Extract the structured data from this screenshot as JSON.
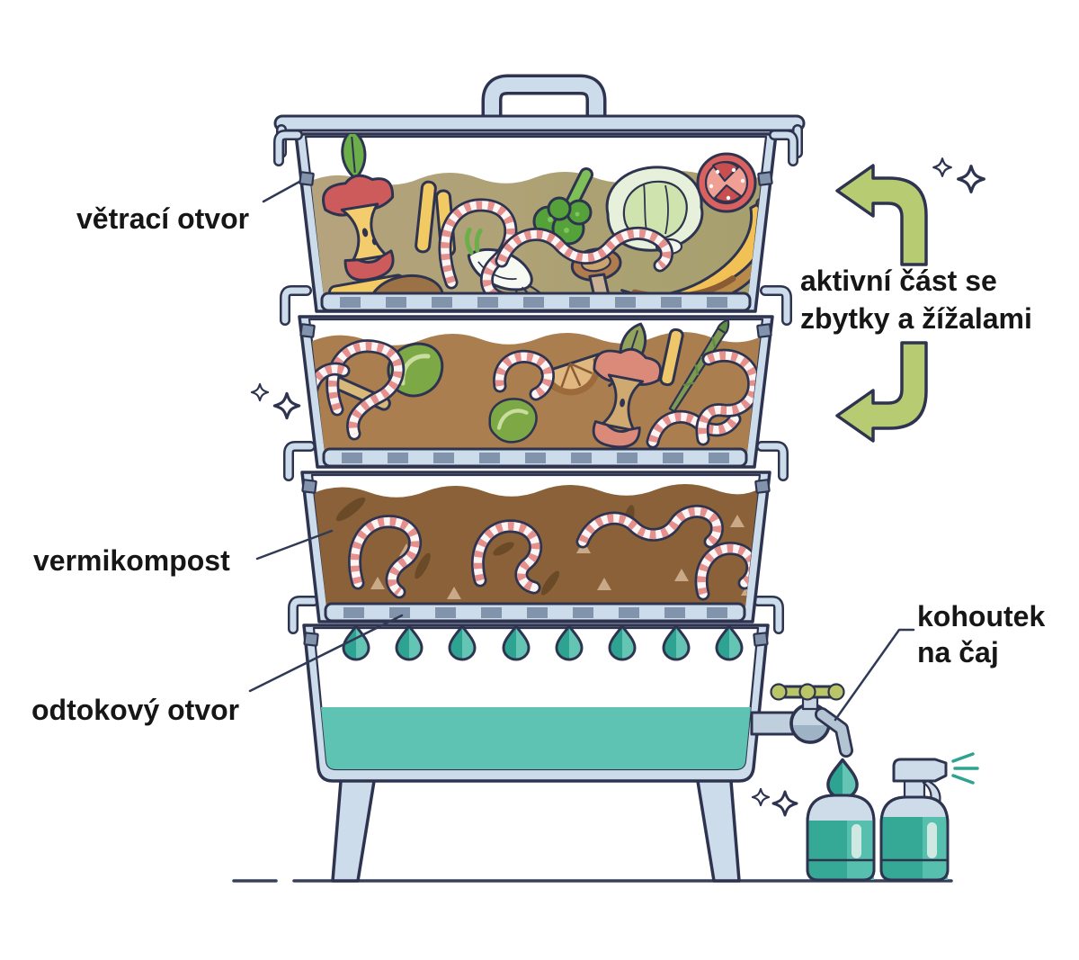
{
  "labels": {
    "vent": "větrací otvor",
    "active_line1": "aktivní část se",
    "active_line2": "zbytky a žížalami",
    "vermicompost": "vermikompost",
    "drain": "odtokový otvor",
    "tap_line1": "kohoutek",
    "tap_line2": "na čaj"
  },
  "colors": {
    "outline_navy": "#2e3450",
    "bin_frame_blue": "#ccdcea",
    "slot_slate": "#8294ab",
    "tier1_soil": "#b0a076",
    "tier2_soil": "#aa7e4e",
    "tier3_soil": "#8a6138",
    "worm_pink": "#e5908d",
    "liquid_teal": "#5ec3b2",
    "drop_dark_teal": "#2fa391",
    "drop_light_teal": "#64c5b5",
    "arrow_green": "#b7cc72",
    "tap_handle_olive": "#b9c566",
    "label_text": "#161616"
  },
  "illustration": {
    "tiers": [
      "fresh-scraps-tier",
      "active-compost-tier",
      "vermicompost-tier",
      "liquid-tank"
    ],
    "icon_names": [
      "leaf-icon",
      "apple-core-icon",
      "fries-icon",
      "potato-icon",
      "worm-icon",
      "spring-onion-icon",
      "broccoli-icon",
      "lettuce-icon",
      "tomato-slice-icon",
      "banana-icon",
      "mushroom-icon",
      "lettuce-scrap-icon",
      "orange-slice-icon",
      "asparagus-icon",
      "water-drop-icon",
      "tap-icon",
      "tea-jug-icon",
      "spray-bottle-icon",
      "sparkle-icon",
      "cycle-arrow-icon"
    ]
  }
}
